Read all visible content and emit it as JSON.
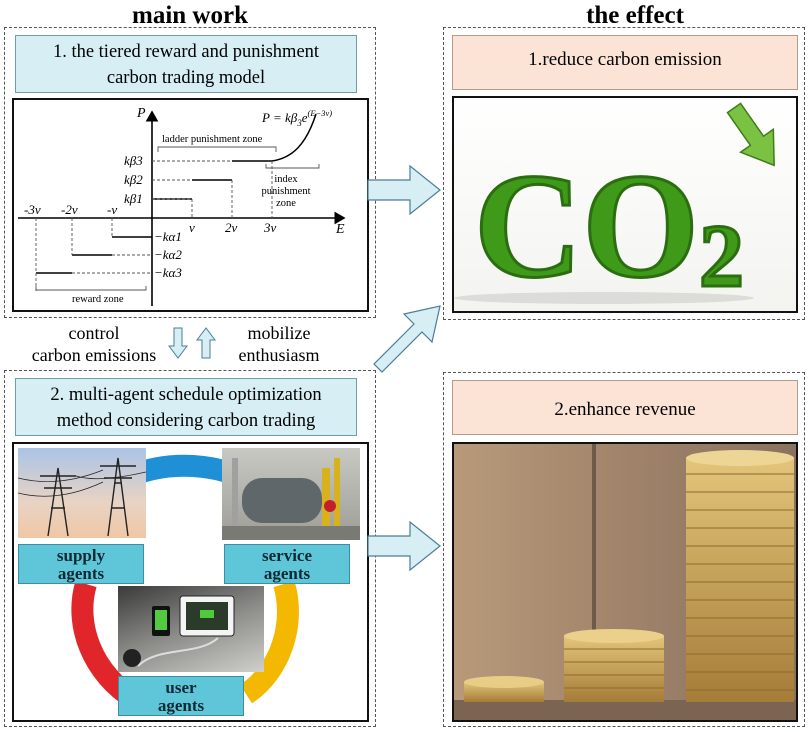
{
  "left": {
    "heading": "main work",
    "box1_title_line1": "1.  the tiered reward and punishment",
    "box1_title_line2": "carbon trading model",
    "box2_title_line1": "2. multi-agent schedule optimization",
    "box2_title_line2": "method considering  carbon trading",
    "between_left_line1": "control",
    "between_left_line2": "carbon emissions",
    "between_right_line1": "mobilize",
    "between_right_line2": "enthusiasm"
  },
  "right": {
    "heading": "the effect",
    "effect1": "1.reduce carbon emission",
    "effect2": "2.enhance revenue"
  },
  "graph": {
    "axis_p": "P",
    "axis_e": "E",
    "formula_main": "P = kβ",
    "formula_sub": "3",
    "formula_e": "e",
    "formula_exp": "(E−3v)",
    "ladder_zone": "ladder punishment zone",
    "index_zone_line1": "index",
    "index_zone_line2": "punishment",
    "index_zone_line3": "zone",
    "reward_zone": "reward zone",
    "x_ticks_neg": [
      "-3v",
      "-2v",
      "-v"
    ],
    "x_ticks_pos": [
      "v",
      "2v",
      "3v"
    ],
    "y_pos_labels": [
      "kβ3",
      "kβ2",
      "kβ1"
    ],
    "y_neg_labels": [
      "−kα1",
      "−kα2",
      "−kα3"
    ]
  },
  "agents": {
    "supply_line1": "supply",
    "supply_line2": "agents",
    "service_line1": "service",
    "service_line2": "agents",
    "user_line1": "user",
    "user_line2": "agents"
  },
  "photo_text": {
    "co2_main": "CO",
    "co2_sub": "2"
  },
  "colors": {
    "blue_box": "#d6eef4",
    "pink_box": "#fbe3d5",
    "agent_box": "#5fc6da",
    "arrow_fill": "#d6eef4",
    "arrow_stroke": "#4a7f96",
    "cycle_blue": "#1f8fd6",
    "cycle_red": "#e0262b",
    "cycle_yellow": "#f5b800",
    "co2_green": "#3f9a1a",
    "down_arrow_green": "#7cc242",
    "coin_gold": "#c8a156"
  }
}
